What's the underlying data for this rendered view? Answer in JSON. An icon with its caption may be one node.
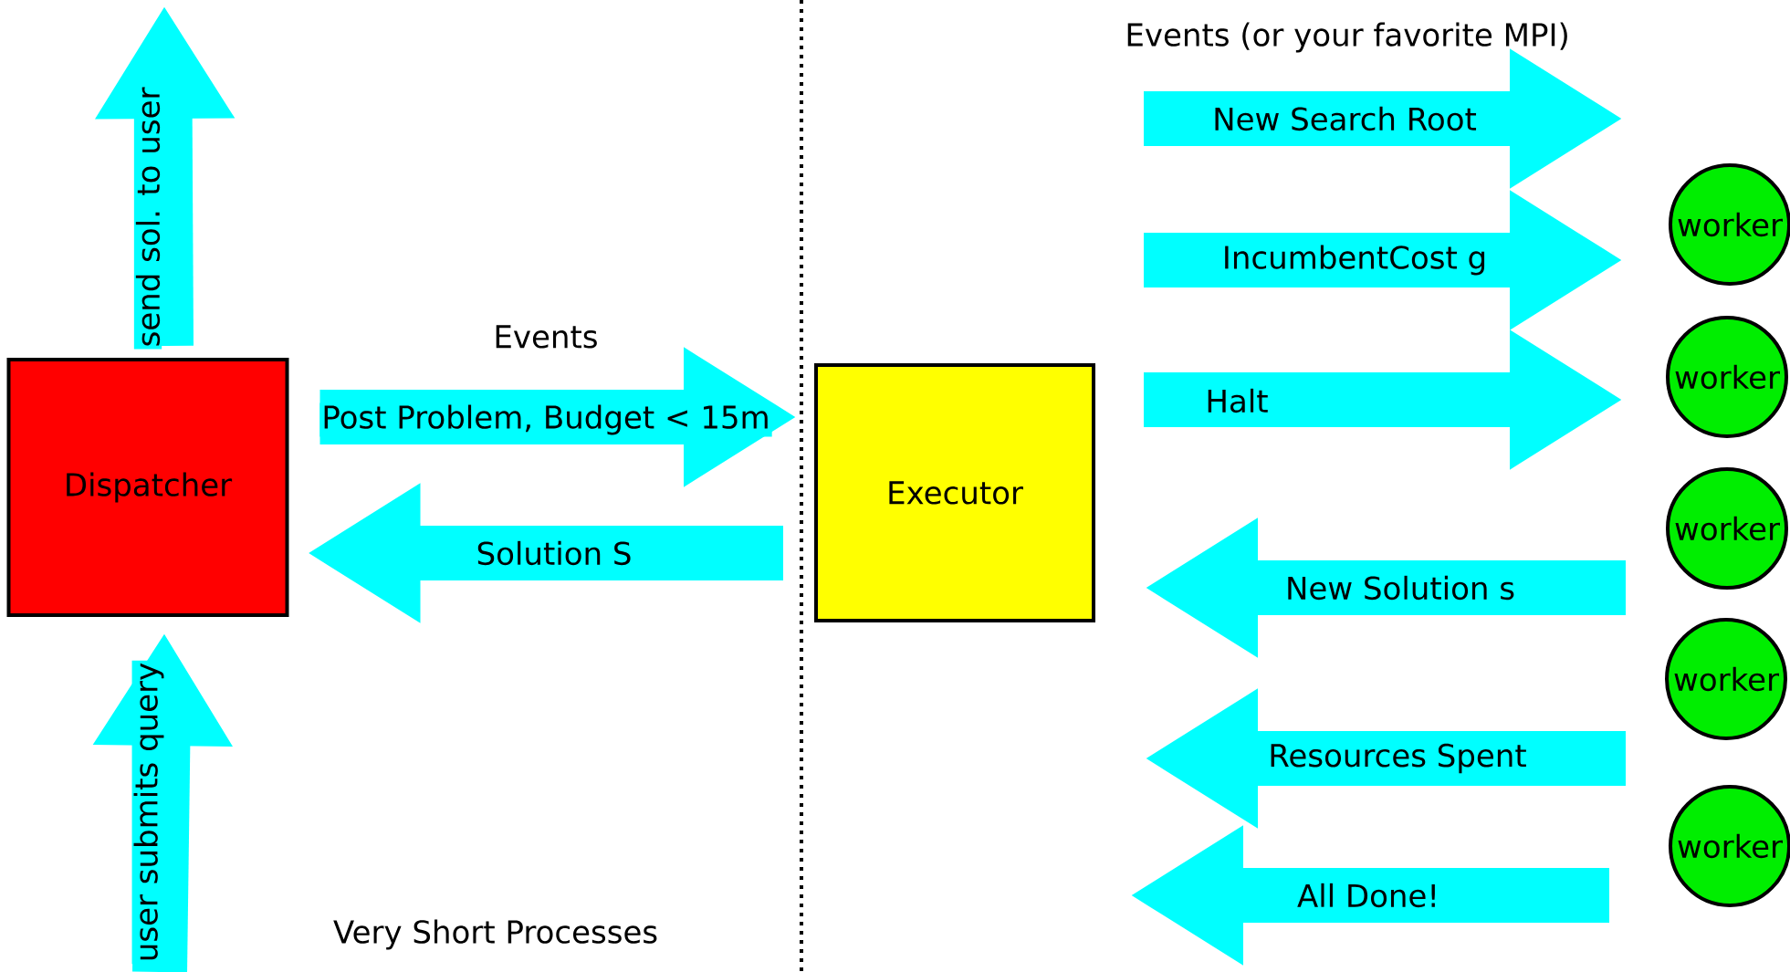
{
  "diagram": {
    "nodes": [
      {
        "text": [
          "Dispatcher"
        ]
      },
      {
        "text": [
          "Executor"
        ]
      },
      {
        "text": [
          "worker"
        ]
      },
      {
        "text": [
          "worker"
        ]
      },
      {
        "text": [
          "worker"
        ]
      },
      {
        "text": [
          "worker"
        ]
      },
      {
        "text": [
          "worker"
        ]
      }
    ],
    "edges": [
      {
        "from": null,
        "to": 0,
        "arrow": "to",
        "label": "user submits query"
      },
      {
        "from": 0,
        "to": null,
        "arrow": "to",
        "label": "send sol. to user"
      },
      {
        "from": 0,
        "to": 1,
        "arrow": "to",
        "label": "Post Problem, Budget < 15m"
      },
      {
        "from": 1,
        "to": 0,
        "arrow": "to",
        "label": "Solution S"
      }
    ],
    "labels": [
      "Events (or your favorite MPI)",
      "New Search Root",
      "IncumbentCost g",
      "Events",
      "Halt",
      "New Solution s",
      "Resources Spent",
      "All Done!",
      "Very Short Processes"
    ]
  }
}
